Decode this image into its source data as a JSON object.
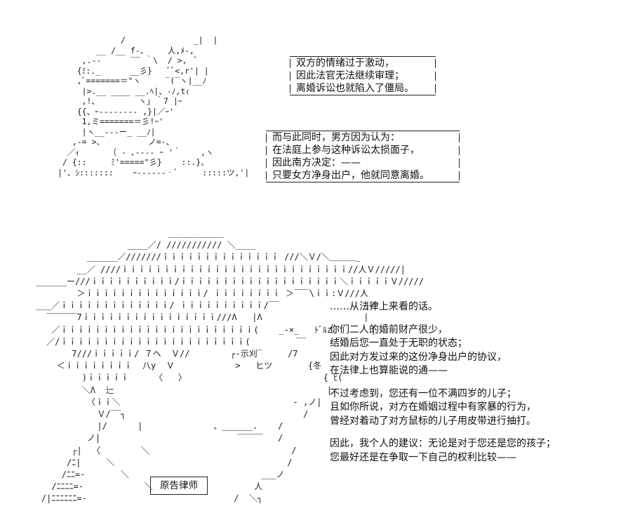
{
  "art": {
    "judge": "             /              _|  |\n        __ /__ f-、    人,ﾒ-,\n     ,.-‐      ‾‾ ｀\\  / >,  ﾞ\n    {ﾐ:._      __彡}   ﾞﾞ<,r'| |\n    ,ﾞ=======＝\"ヽ     ‾(‾ヽ|__ﾉ\n     |>.__ ____ __.ﾍ|、-ﾉ,tｨ\n     ,!、        ヽ｣ ｀7 |ｰ\n    {{、ｰ-------‐ ,}|／ｰ'\n     1,ミ=======＝彡!ｰ'\n     |ヽ__-‐‐ー_ __ﾉ|\n   ,-= >、         ノ=-、\n  ／ｨ      （ ‐ ､‐‐‐- ｰ '｀    ,ヽ\n / {::     ﾐ'=====\"彡}    ::.}、\n|'、ｼ:::::::    ｰ------‐ﾞ     :::::ツ,'|",
    "lawyer": "                             ___________\n                     ____／/ /////////// ＼____\n             ______／///////ｉｉｉｉｉｉｉｉｉｉｉｉｉｉ ///＼Ｖ/＼＿＿＿_\n           __／ ////ｉｉｉｉｉｉｉｉｉｉｉｉｉｉｉｉｉｉｉｉｉｉｉｉｉｉｉ//人Ｖ/////|\n   ______ー///ｉｉｉｉｉｉｉｉｉｉ/ｉｉｉｉｉｉｉｉｉｉｉｉｉｉｉｉｉｉｉ＼ｉｉｉｉｉＶ/////\n           ＞ｉｉｉｉｉｉｉｉｉｉｉｉｉｉ/ ｉｉｉｉｉｉｉｉ ＞‾‾‾\\ｉｉ:Ｖ///人\n   ___／ｉｉｉｉｉｉｉｉｉｉｉｉｉ/ ｉｉｉｉｉｉｉｉｉｉ/‾‾                 |/\n     ‾‾‾‾‾‾7ｉｉｉｉｉｉｉｉｉｉｉｉｉｉｉｉ///Λ   |Λ                    |\n      ／ｉｉｉｉｉｉｉｉｉｉｉｉｉｉｉｉｉｉｉｉｉｉｉ(    _-×_   ﾄﾞﾙz、      |\n     ／/ｉｉｉｉｉｉｉｉｉｉｉｉｉｉｉｉｉｉｉｉｉｉ(         ‾‾      ‾‾\n          7///ｉｉｉｉｉ/ ７ヘ  Ｖ//        ┌-示刈‾     /7\n       ＜ｉｉｉｉｉｉｉｉ  八y  Ｖ            >   ヒツ       {冬\n            )ｉｉｉｉｉ     〈   〉                           { ﾋ(\n            ＼Λ  辷                                          |\n             〈ｉｉ＼                                  ‐ ,ノ|\n               Ｖ/‾‾┐                                   /\n               |/      |              、______.    /\n             ノ|                           ‾‾‾‾‾   /\n          ┌|  〈        ＼                            /\n         /ﾆ|     ＼                                  /\n        /ﾆﾆ=-       ＼                          ___ノ\n      /ﾆﾆﾆﾆ=-            ＼                    人\n    /|ﾆﾆﾆﾆﾆﾆ=-                             /  ＼┐"
  },
  "narration_box_1": {
    "lines": [
      "双方的情绪过于激动，",
      "因此法官无法继续审理；",
      "离婚诉讼也就陷入了僵局。"
    ]
  },
  "narration_box_2": {
    "lines": [
      "而与此同时，男方因为认为：",
      "在法庭上参与这种诉讼太损面子，",
      "因此南方决定：——",
      "只要女方净身出户，他就同意离婚。"
    ]
  },
  "speech": {
    "paragraphs": [
      [
        "……从法律上来看的话。"
      ],
      [
        "你们二人的婚前财产很少，",
        "结婚后您一直处于无职的状态；",
        "因此对方发过来的这份净身出户的协议，",
        "在法律上也算能说的通——"
      ],
      [
        "不过考虑到，您还有一位不满四岁的儿子；",
        "且如你所说，对方在婚姻过程中有家暴的行为，",
        "曾经对着动了对方鼠标的儿子用皮带进行抽打。"
      ],
      [
        "因此，我个人的建议：无论是对于您还是您的孩子；",
        "您最好还是在争取一下自己的权利比较——"
      ]
    ]
  },
  "speaker_label": "原告律师"
}
